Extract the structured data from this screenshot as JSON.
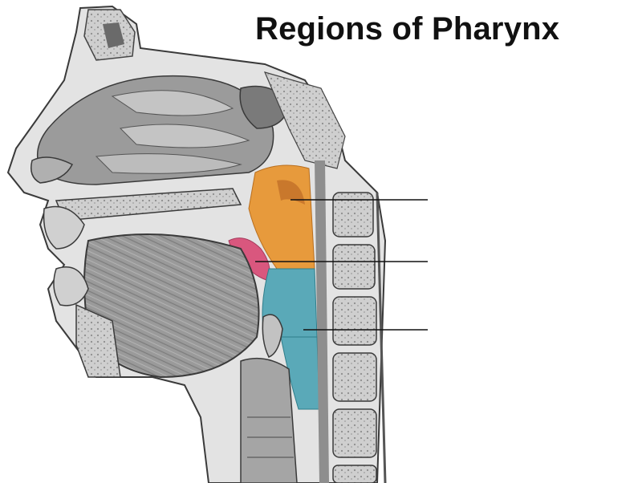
{
  "title": "Regions of Pharynx",
  "regions": [
    {
      "name": "nasopharynx-region",
      "color": "#e79a3c"
    },
    {
      "name": "oropharynx-region",
      "color": "#5aa9b8"
    },
    {
      "name": "laryngopharynx-region",
      "color": "#5aa9b8"
    },
    {
      "name": "soft-palate-highlight",
      "color": "#d9577e"
    }
  ],
  "label_lines": [
    {
      "name": "label-line-nasopharynx",
      "label": ""
    },
    {
      "name": "label-line-oropharynx",
      "label": ""
    },
    {
      "name": "label-line-laryngopharynx",
      "label": ""
    }
  ],
  "colors": {
    "tissue_light": "#d8d8d8",
    "tissue_mid": "#a9a9a9",
    "tissue_dark": "#6f6f6f",
    "outline": "#3a3a3a",
    "bone": "#c9c9c9"
  }
}
